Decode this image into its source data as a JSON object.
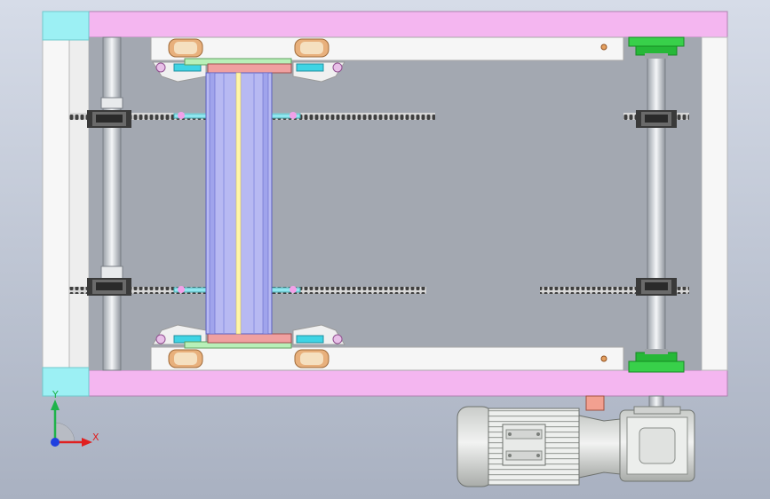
{
  "scene": {
    "name": "chain-conveyor-cad-top-view",
    "colors": {
      "background_top": "#d3d9e6",
      "background_bottom": "#aab2c2",
      "frame_pink": "#f4b6f0",
      "frame_white": "#f7f7f7",
      "frame_cyan": "#9cf0f4",
      "interior": "#a3a8b1",
      "platform_blue": "#b7b9f2",
      "platform_yellow": "#fff6a8",
      "green_part": "#27c83c",
      "chain": "#4b4b4b",
      "motor": "#e4e6e4",
      "axis_x": "#e02020",
      "axis_y": "#1fb34a",
      "axis_z": "#2040e0"
    }
  },
  "axes": {
    "x_label": "X",
    "y_label": "Y"
  }
}
